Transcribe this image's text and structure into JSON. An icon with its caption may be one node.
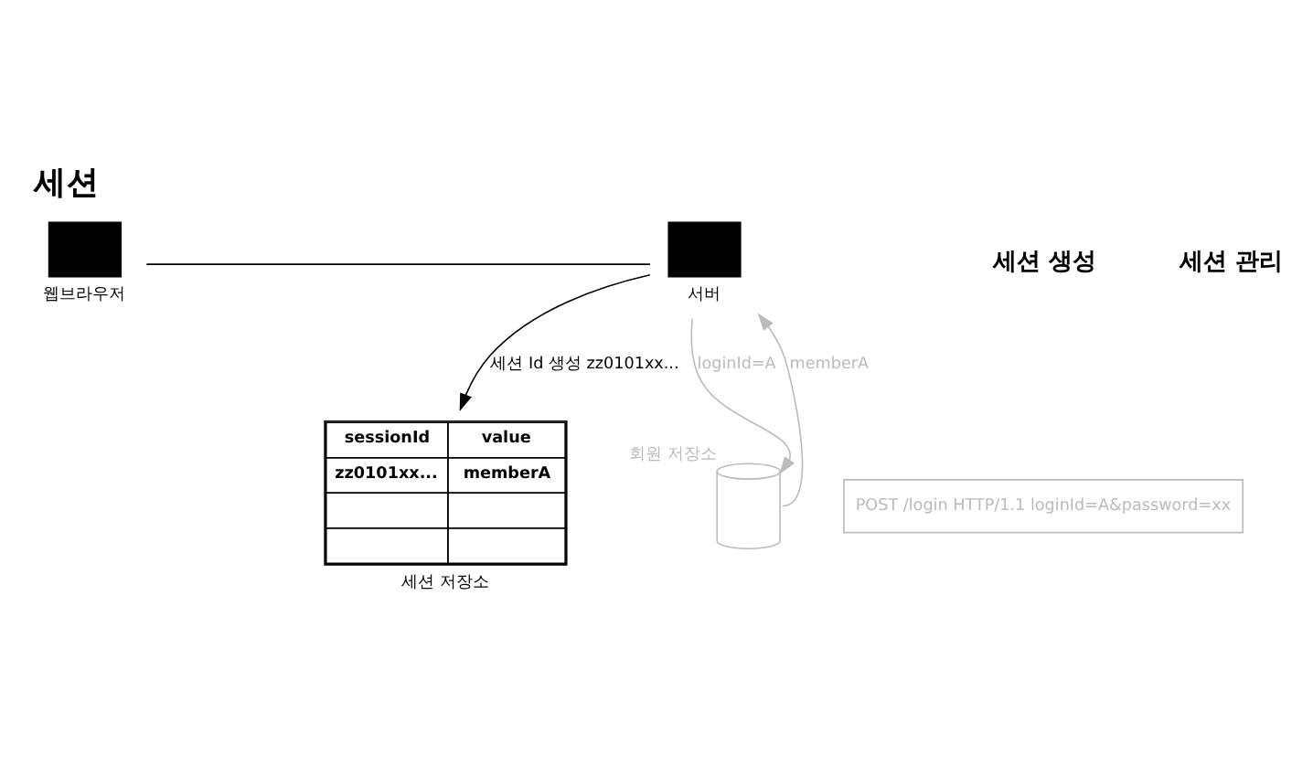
{
  "diagram": {
    "title": "세션",
    "nodes": [
      {
        "text": [],
        "shape": "monitor",
        "beside": [
          "웹브라우저"
        ]
      },
      {
        "text": [],
        "shape": "monitor",
        "beside": [
          "서버"
        ]
      },
      {
        "text": [
          "sessionId",
          "value",
          "zz0101xx...",
          "memberA"
        ],
        "beside": [
          "세션 저장소"
        ]
      },
      {
        "text": [],
        "shape": "cylinder",
        "beside": [
          "회원 저장소"
        ]
      },
      {
        "text": [
          "POST /login HTTP/1.1 loginId=A&password=xx"
        ]
      }
    ],
    "edges": [
      {
        "from": 0,
        "to": 1,
        "arrow": "none"
      },
      {
        "from": 1,
        "to": 2,
        "arrow": "to",
        "label": "세션 Id 생성 zz0101xx..."
      },
      {
        "from": 1,
        "to": 3,
        "arrow": "to",
        "label": "loginId=A",
        "color": "#bbbbbb"
      },
      {
        "from": 3,
        "to": 1,
        "arrow": "to",
        "label": "memberA",
        "color": "#bbbbbb"
      }
    ],
    "labels": [
      "세션 생성",
      "세션 관리"
    ]
  }
}
